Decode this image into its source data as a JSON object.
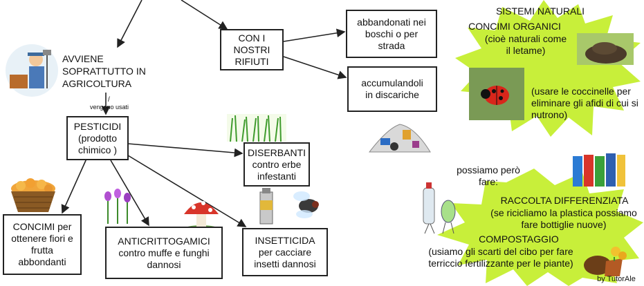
{
  "nodes": {
    "avviene": "AVVIENE SOPRATTUTTO IN AGRICOLTURA",
    "vengono_usati": "vengono usati",
    "pesticidi_title": "PESTICIDI",
    "pesticidi_sub": "(prodotto chimico )",
    "diserbanti_title": "DISERBANTI",
    "diserbanti_sub": "contro erbe infestanti",
    "concimi_title": "CONCIMI per",
    "concimi_sub": "ottenere fiori e frutta abbondanti",
    "anticrittogamici_title": "ANTICRITTOGAMICI",
    "anticrittogamici_sub": "contro muffe e funghi dannosi",
    "insetticida_title": "INSETTICIDA",
    "insetticida_sub": "per cacciare insetti dannosi",
    "rifiuti": "CON I NOSTRI RIFIUTI",
    "abbandonati": "abbandonati nei boschi o per strada",
    "discariche": "accumulandoli in discariche"
  },
  "natural": {
    "title": "SISTEMI NATURALI",
    "concimi_organici": "CONCIMI ORGANICI",
    "cioe": "(cioè naturali come il letame)",
    "coccinelle": "(usare le coccinelle per eliminare gli afidi di cui si nutrono)"
  },
  "alternatives": {
    "possiamo": "possiamo però fare:",
    "raccolta": "RACCOLTA DIFFERENZIATA",
    "raccolta_sub": "(se ricicliamo la plastica possiamo fare bottiglie nuove)",
    "compostaggio": "COMPOSTAGGIO",
    "compostaggio_sub": "(usiamo gli scarti del cibo per fare terriccio fertilizzante per le piante)",
    "credit": "by TutorAle"
  },
  "colors": {
    "star": "#c8ef3a",
    "box_border": "#222222"
  }
}
